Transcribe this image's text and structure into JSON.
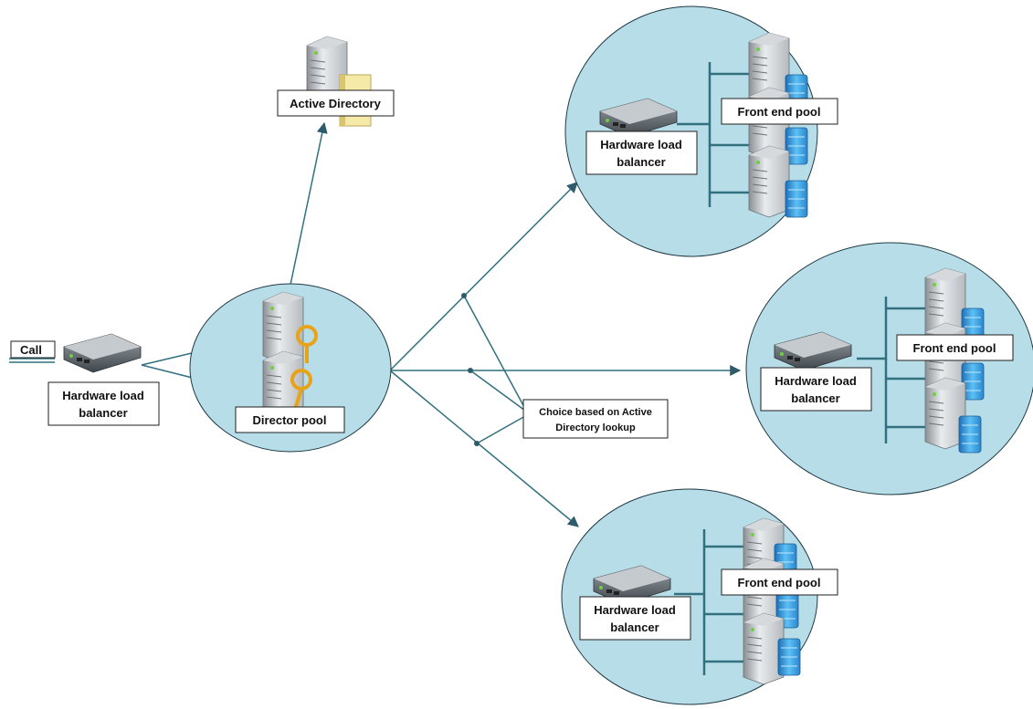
{
  "labels": {
    "call": "Call",
    "lb_left_line1": "Hardware load",
    "lb_left_line2": "balancer",
    "director_pool": "Director pool",
    "active_directory": "Active Directory",
    "choice_line1": "Choice based on Active",
    "choice_line2": "Directory lookup"
  },
  "pools": [
    {
      "lb_line1": "Hardware load",
      "lb_line2": "balancer",
      "front_end": "Front end pool"
    },
    {
      "lb_line1": "Hardware load",
      "lb_line2": "balancer",
      "front_end": "Front end pool"
    },
    {
      "lb_line1": "Hardware load",
      "lb_line2": "balancer",
      "front_end": "Front end pool"
    }
  ],
  "colors": {
    "pool_fill": "#b7dde8",
    "stroke": "#2e5b6b",
    "connector": "#31707f",
    "server_blue": "#3a9de0",
    "key_gold": "#e8a317"
  }
}
